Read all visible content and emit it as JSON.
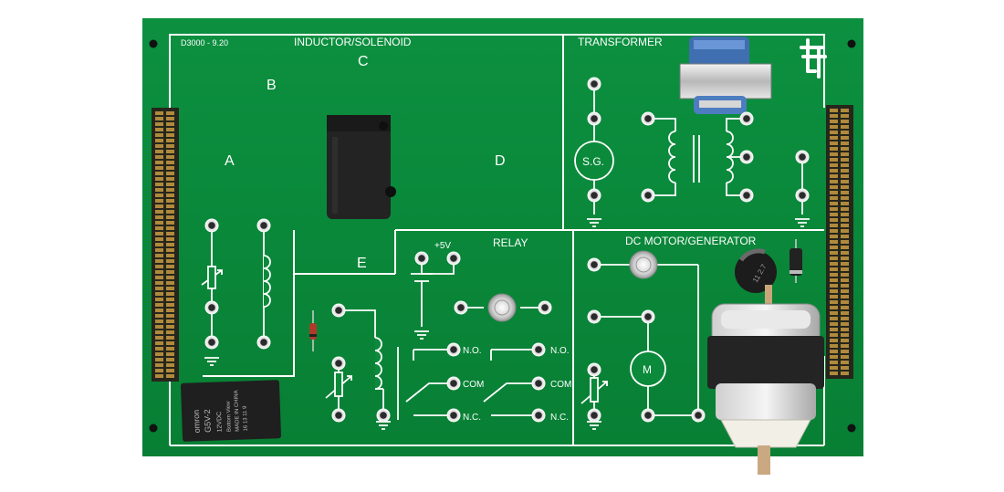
{
  "board": {
    "model": "D3000 - 9.20",
    "logo": "tf"
  },
  "sections": {
    "inductor": {
      "title": "INDUCTOR/SOLENOID",
      "label_a": "A",
      "label_b": "B",
      "label_c": "C",
      "label_d": "D",
      "label_e": "E"
    },
    "transformer": {
      "title": "TRANSFORMER",
      "signal_generator": "S.G."
    },
    "relay": {
      "title": "RELAY",
      "supply": "+5V",
      "no_1": "N.O.",
      "com_1": "COM",
      "nc_1": "N.C.",
      "no_2": "N.O.",
      "com_2": "COM",
      "nc_2": "N.C."
    },
    "motor": {
      "title": "DC MOTOR/GENERATOR",
      "motor_symbol": "M"
    }
  },
  "relay_component": {
    "brand": "omron",
    "part": "G5V-2",
    "rating": "12VDC",
    "origin": "MADE IN CHINA",
    "view": "Bottom View",
    "pins": "16 13 11 9"
  },
  "colors": {
    "pcb": "#0a8a3a",
    "silkscreen": "#ffffff",
    "connector": "#2a2a20",
    "component": "#242424"
  }
}
